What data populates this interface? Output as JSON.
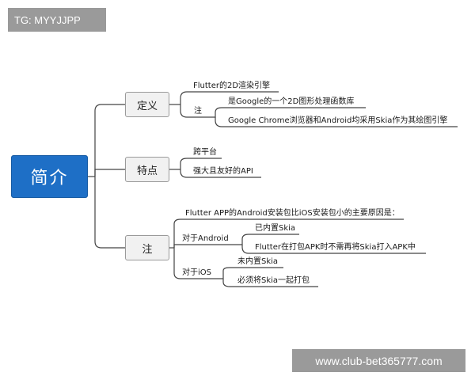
{
  "watermark_top": "TG: MYYJJPP",
  "watermark_bottom": "www.club-bet365777.com",
  "root": "简介",
  "branches": {
    "definition": {
      "label": "定义",
      "items": {
        "flutter_engine": "Flutter的2D渲染引擎",
        "note": "注",
        "note_google": "是Google的一个2D图形处理函数库",
        "note_chrome": "Google Chrome浏览器和Android均采用Skia作为其绘图引擎"
      }
    },
    "features": {
      "label": "特点",
      "items": {
        "cross_platform": "跨平台",
        "friendly_api": "强大且友好的API"
      }
    },
    "note": {
      "label": "注",
      "items": {
        "main_reason": "Flutter APP的Android安装包比iOS安装包小的主要原因是：",
        "for_android": "对于Android",
        "android_builtin": "已内置Skia",
        "android_no_pack": "Flutter在打包APK时不需再将Skia打入APK中",
        "for_ios": "对于iOS",
        "ios_not_builtin": "未内置Skia",
        "ios_must_pack": "必须将Skia一起打包"
      }
    }
  }
}
